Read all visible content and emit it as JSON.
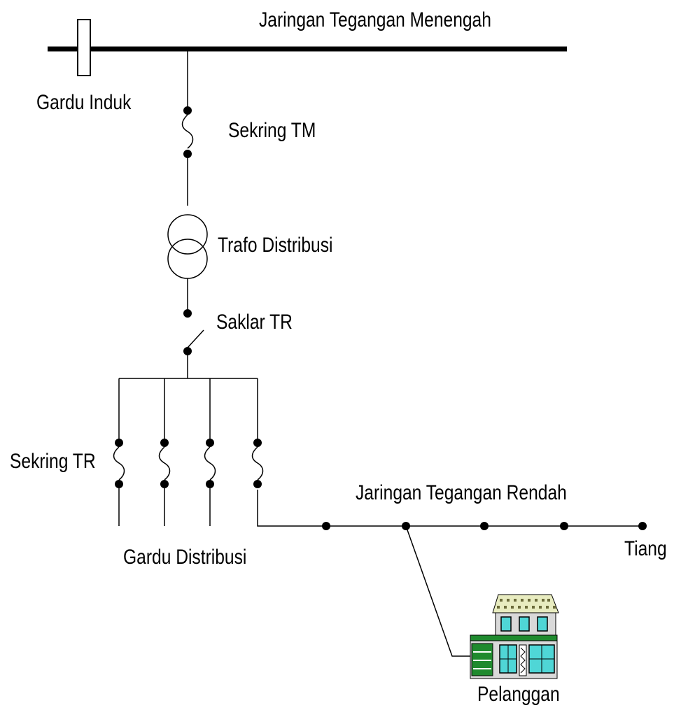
{
  "labels": {
    "jtm": "Jaringan Tegangan Menengah",
    "gardu_induk": "Gardu Induk",
    "sekring_tm": "Sekring TM",
    "trafo": "Trafo Distribusi",
    "saklar": "Saklar TR",
    "sekring_tr": "Sekring TR",
    "gardu_distribusi": "Gardu Distribusi",
    "jtr": "Jaringan Tegangan Rendah",
    "tiang": "Tiang",
    "pelanggan": "Pelanggan"
  },
  "colors": {
    "line": "#000000",
    "house_roof": "#e8ecc0",
    "house_wall": "#d9d9d9",
    "house_window": "#4fd6d6",
    "house_trim": "#1f8a2e"
  }
}
